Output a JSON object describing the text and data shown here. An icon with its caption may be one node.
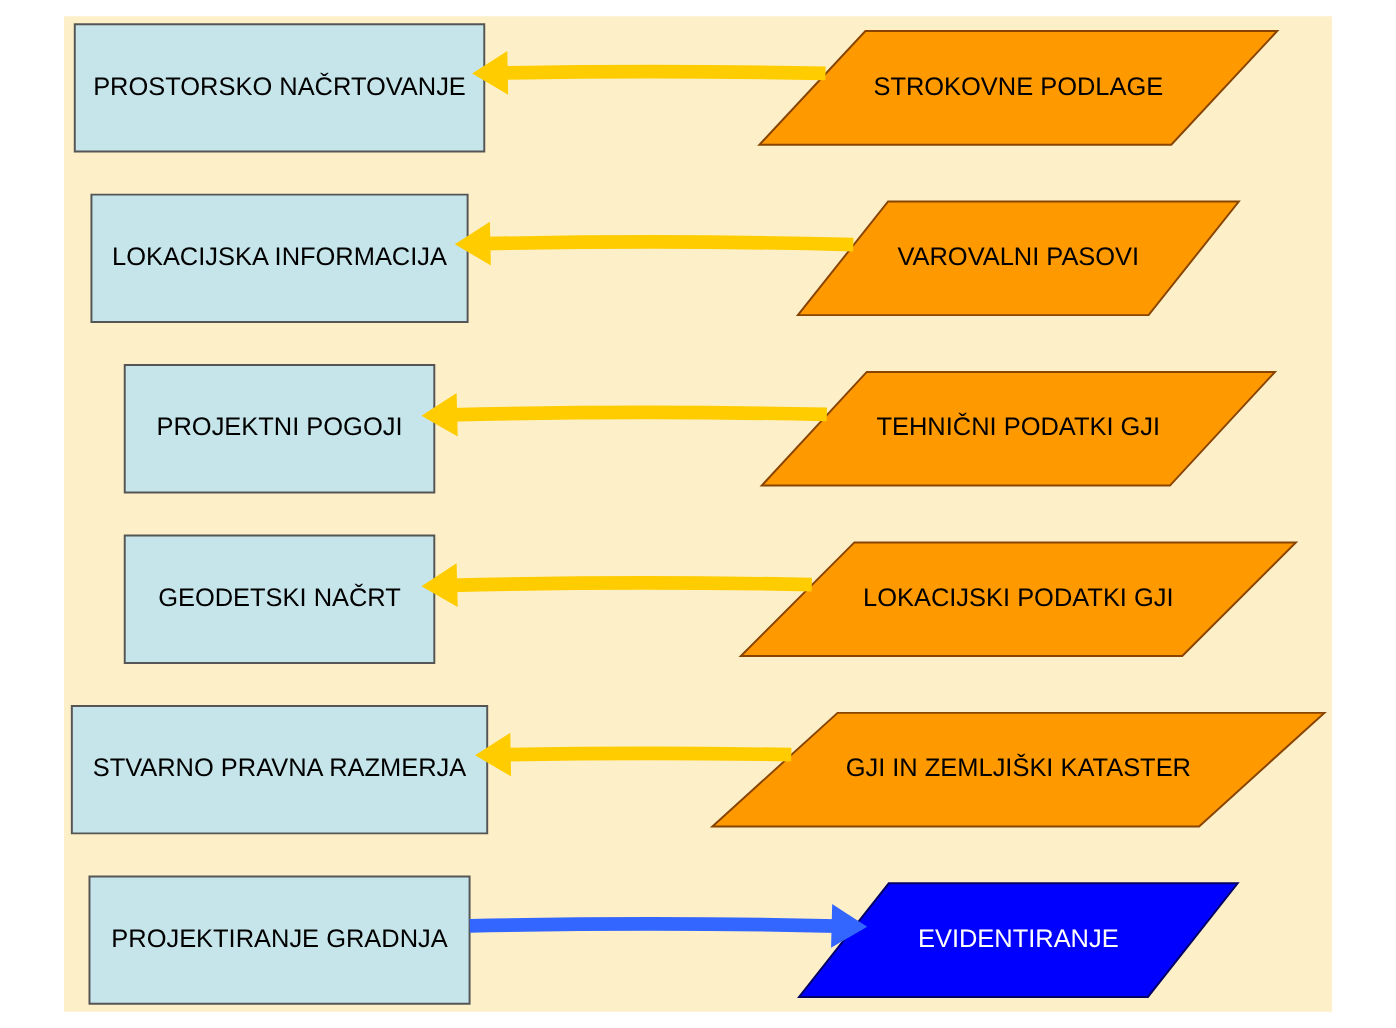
{
  "diagram": {
    "nodes": [
      {
        "text": [
          "PROSTORSKO NAČRTOVANJE"
        ]
      },
      {
        "text": [
          "LOKACIJSKA INFORMACIJA"
        ]
      },
      {
        "text": [
          "PROJEKTNI POGOJI"
        ]
      },
      {
        "text": [
          "GEODETSKI NAČRT"
        ]
      },
      {
        "text": [
          "STVARNO PRAVNA RAZMERJA"
        ]
      },
      {
        "text": [
          "PROJEKTIRANJE GRADNJA"
        ]
      },
      {
        "text": [
          "STROKOVNE PODLAGE"
        ]
      },
      {
        "text": [
          "VAROVALNI PASOVI"
        ]
      },
      {
        "text": [
          "TEHNIČNI PODATKI GJI"
        ]
      },
      {
        "text": [
          "LOKACIJSKI PODATKI GJI"
        ]
      },
      {
        "text": [
          "GJI IN ZEMLJIŠKI KATASTER"
        ]
      },
      {
        "text": [
          "EVIDENTIRANJE"
        ]
      }
    ],
    "edges": [
      {
        "from": 6,
        "to": 0,
        "arrow": "to"
      },
      {
        "from": 7,
        "to": 1,
        "arrow": "to"
      },
      {
        "from": 8,
        "to": 2,
        "arrow": "to"
      },
      {
        "from": 9,
        "to": 3,
        "arrow": "to"
      },
      {
        "from": 10,
        "to": 4,
        "arrow": "to"
      },
      {
        "from": 5,
        "to": 11,
        "arrow": "to",
        "color": "#3366ff"
      }
    ]
  }
}
